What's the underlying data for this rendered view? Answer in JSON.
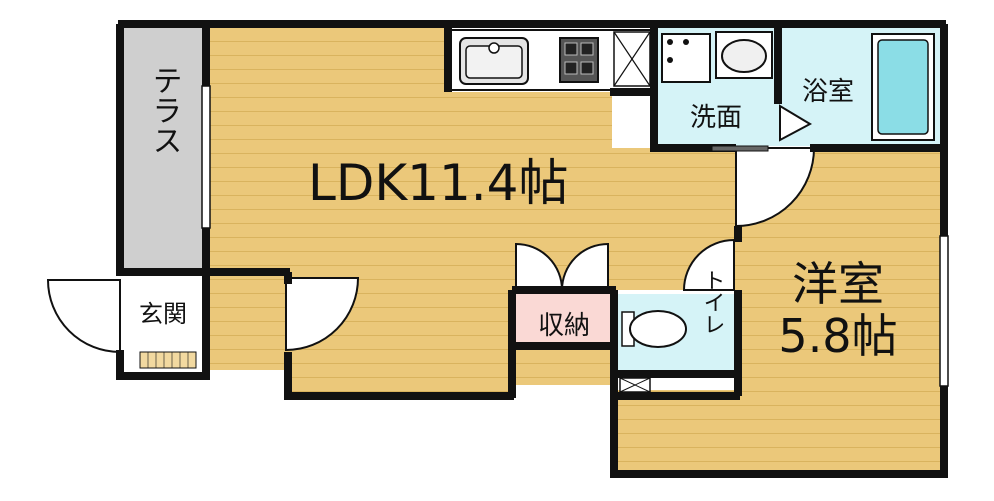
{
  "rooms": {
    "ldk": {
      "name": "LDK",
      "size": "11.4",
      "unit": "帖"
    },
    "western": {
      "name": "洋室",
      "size": "5.8",
      "unit": "帖"
    },
    "terrace": {
      "name": "テラス"
    },
    "entrance": {
      "name": "玄関"
    },
    "storage": {
      "name": "収納"
    },
    "washroom": {
      "name": "洗面"
    },
    "bathroom": {
      "name": "浴室"
    },
    "toilet": {
      "name": "トイレ"
    }
  },
  "colors": {
    "floor_wood": "#EBC87A",
    "floor_stripe": "#D9B35E",
    "wet_area": "#D5F3F7",
    "terrace": "#CFCFCF",
    "storage": "#FAD9D5",
    "wall": "#111111",
    "entrance_floor": "#FFFFFF"
  },
  "icons": [
    "sink-icon",
    "stove-icon",
    "washbasin-icon",
    "toilet-icon",
    "bathtub-icon",
    "washer-pan-icon"
  ]
}
